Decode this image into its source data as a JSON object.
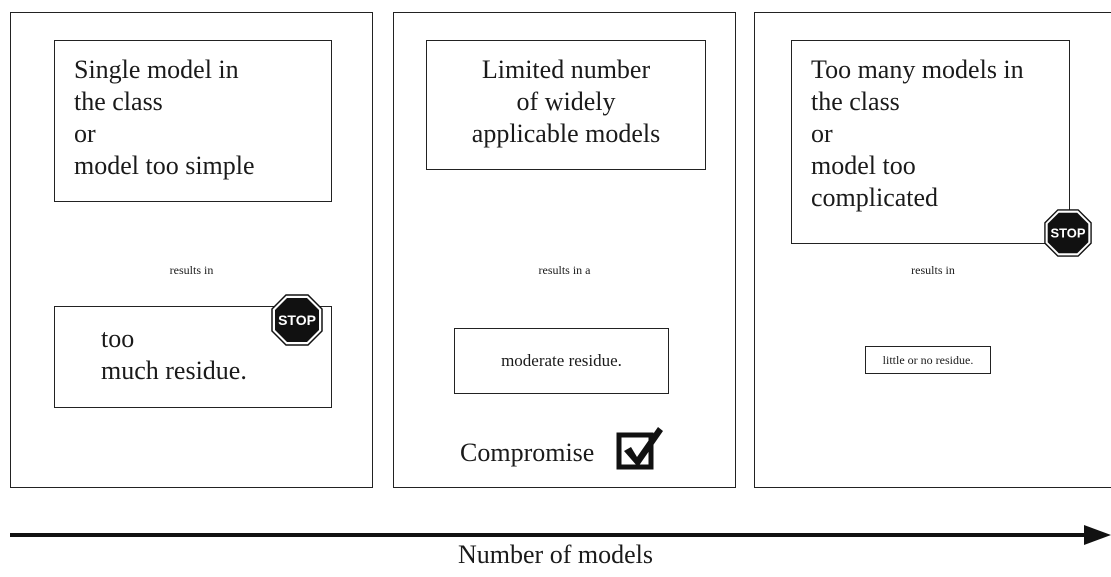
{
  "panels": [
    {
      "top_box_lines": [
        "Single model in",
        "the class",
        "or",
        "model too simple"
      ],
      "results_text": "results in",
      "residue_lines": [
        "too",
        "much residue."
      ],
      "marker_icon": "stop-sign-icon",
      "marker_text": "STOP"
    },
    {
      "top_box_lines": [
        "Limited number",
        "of widely",
        "applicable models"
      ],
      "results_text": "results in a",
      "residue_text": "moderate residue.",
      "compromise_label": "Compromise",
      "marker_icon": "checkbox-check-icon"
    },
    {
      "top_box_lines": [
        "Too many models in",
        "the class",
        "or",
        "model too",
        "complicated"
      ],
      "results_text": "results in",
      "residue_text": "little or no residue.",
      "marker_icon": "stop-sign-icon",
      "marker_text": "STOP"
    }
  ],
  "axis": {
    "label": "Number of models"
  },
  "colors": {
    "ink": "#1a1a1a",
    "stop_sign": "#111111",
    "background": "#ffffff"
  }
}
